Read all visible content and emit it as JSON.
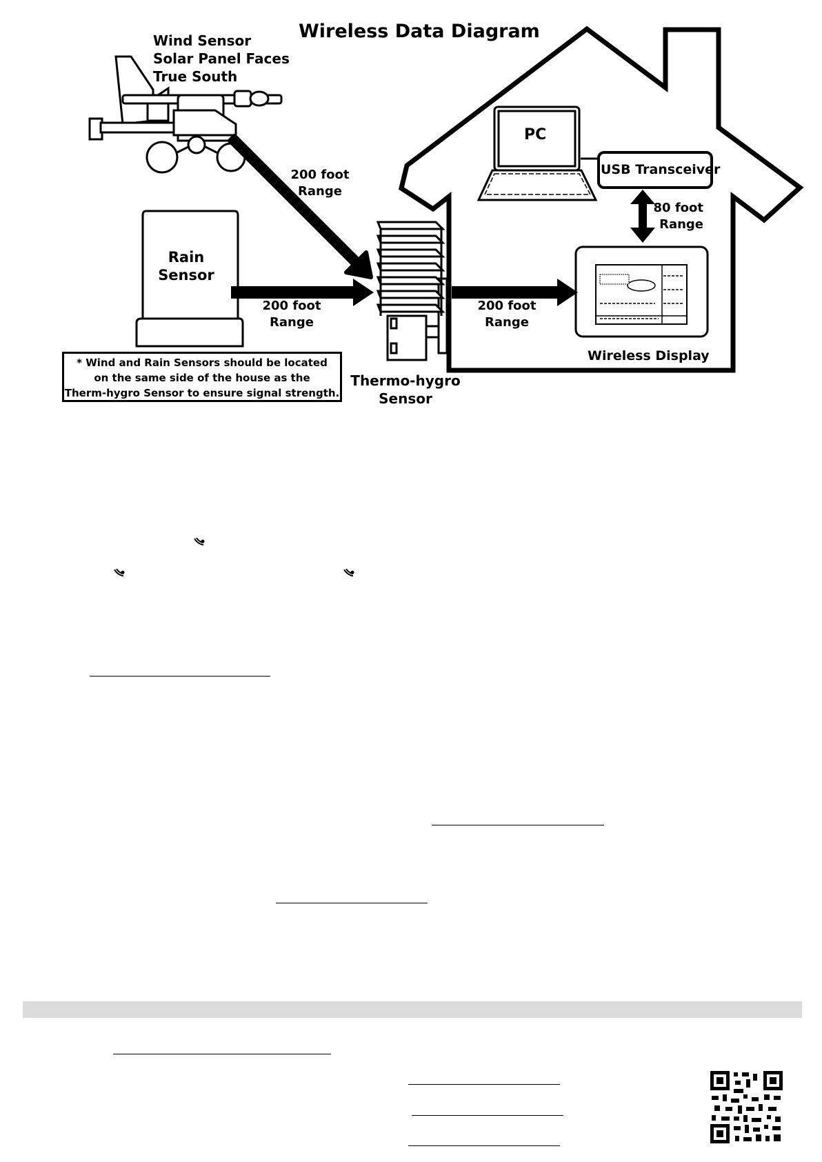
{
  "diagram": {
    "title": "Wireless Data Diagram",
    "wind_sensor_lines": [
      "Wind Sensor",
      "Solar Panel Faces",
      "True South"
    ],
    "rain_sensor_lines": [
      "Rain",
      "Sensor"
    ],
    "range_wind": [
      "200 foot",
      "Range"
    ],
    "range_rain": [
      "200 foot",
      "Range"
    ],
    "range_display": [
      "200 foot",
      "Range"
    ],
    "range_usb": [
      "80 foot",
      "Range"
    ],
    "pc_label": "PC",
    "usb_label": "USB Transceiver",
    "display_label": "Wireless Display",
    "thermo_lines": [
      "Thermo-hygro",
      "Sensor"
    ],
    "note_lines": [
      "* Wind and Rain Sensors should be located",
      "on the same side of the house as the",
      "Therm-hygro Sensor to ensure signal strength."
    ]
  },
  "icons": {
    "signal": "signal-wave-icon",
    "qr": "qr-code"
  },
  "colors": {
    "ink": "#000000",
    "footer_bar": "#dcdcdc"
  }
}
